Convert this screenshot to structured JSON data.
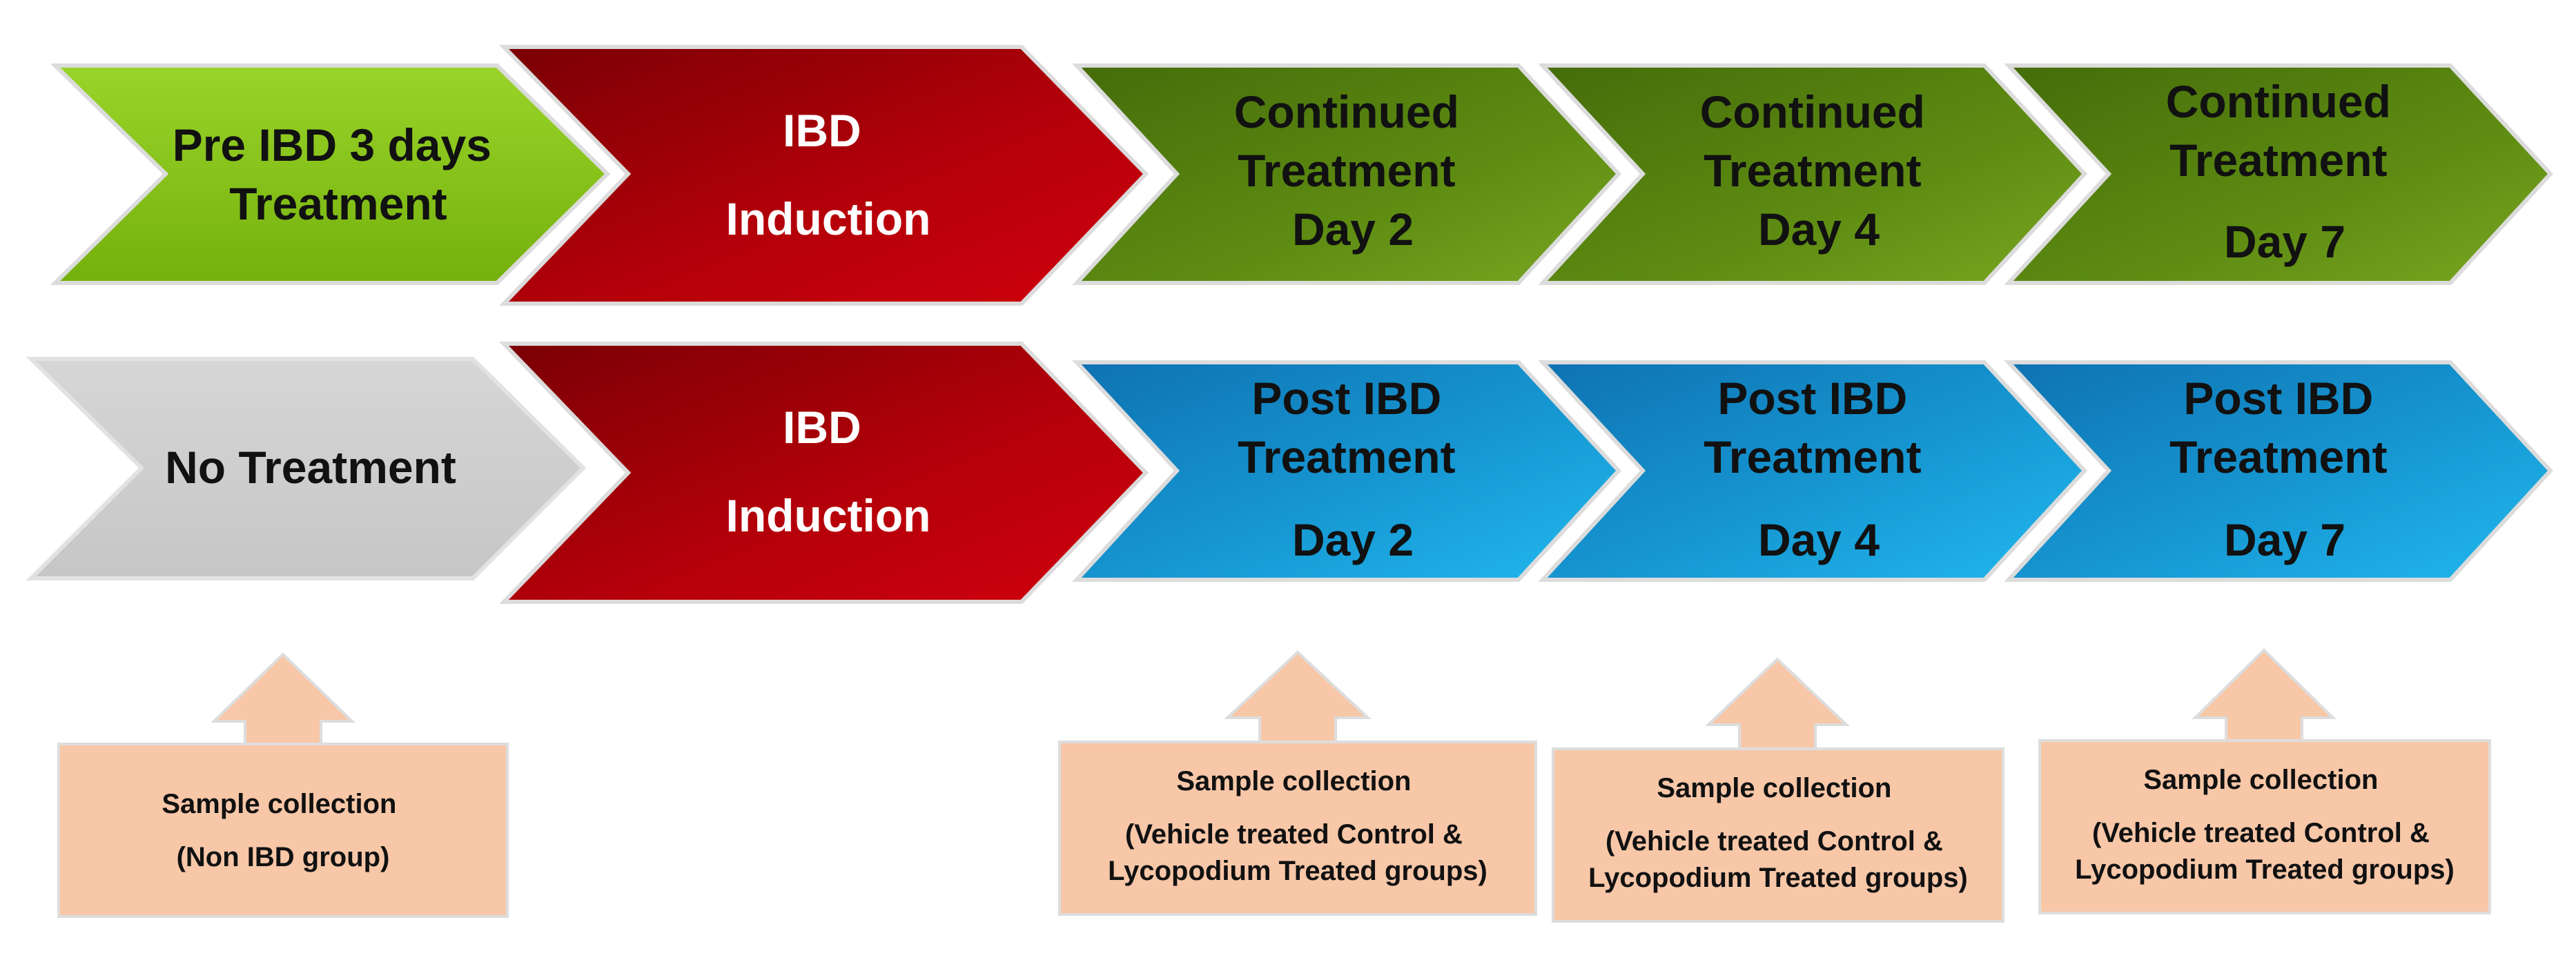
{
  "colors": {
    "lime": "#8cc21c",
    "red": "#b00008",
    "olive": "#5e8a10",
    "grey": "#cfcfcf",
    "blue": "#1aa6dc",
    "note": "#f7c7a8",
    "white_text": "#ffffff",
    "dark_text": "#111111"
  },
  "top_row": {
    "pre": {
      "line1": "Pre IBD 3 days",
      "line2": "Treatment"
    },
    "induction": {
      "line1": "IBD",
      "line2": "Induction"
    },
    "day2": {
      "line1": "Continued",
      "line2": "Treatment",
      "line3": "Day 2"
    },
    "day4": {
      "line1": "Continued",
      "line2": "Treatment",
      "line3": "Day 4"
    },
    "day7": {
      "line1": "Continued",
      "line2": "Treatment",
      "line3": "Day 7"
    }
  },
  "bottom_row": {
    "none": {
      "line1": "No Treatment"
    },
    "induction": {
      "line1": "IBD",
      "line2": "Induction"
    },
    "day2": {
      "line1": "Post IBD",
      "line2": "Treatment",
      "line3": "Day 2"
    },
    "day4": {
      "line1": "Post IBD",
      "line2": "Treatment",
      "line3": "Day 4"
    },
    "day7": {
      "line1": "Post IBD",
      "line2": "Treatment",
      "line3": "Day 7"
    }
  },
  "notes": {
    "non_ibd": {
      "line1": "Sample collection",
      "line2": "(Non IBD group)"
    },
    "day2": {
      "line1": "Sample collection",
      "line2": "(Vehicle treated Control &",
      "line3": "Lycopodium Treated groups)"
    },
    "day4": {
      "line1": "Sample collection",
      "line2": "(Vehicle treated Control &",
      "line3": "Lycopodium Treated groups)"
    },
    "day7": {
      "line1": "Sample collection",
      "line2": "(Vehicle treated Control &",
      "line3": "Lycopodium Treated groups)"
    }
  }
}
